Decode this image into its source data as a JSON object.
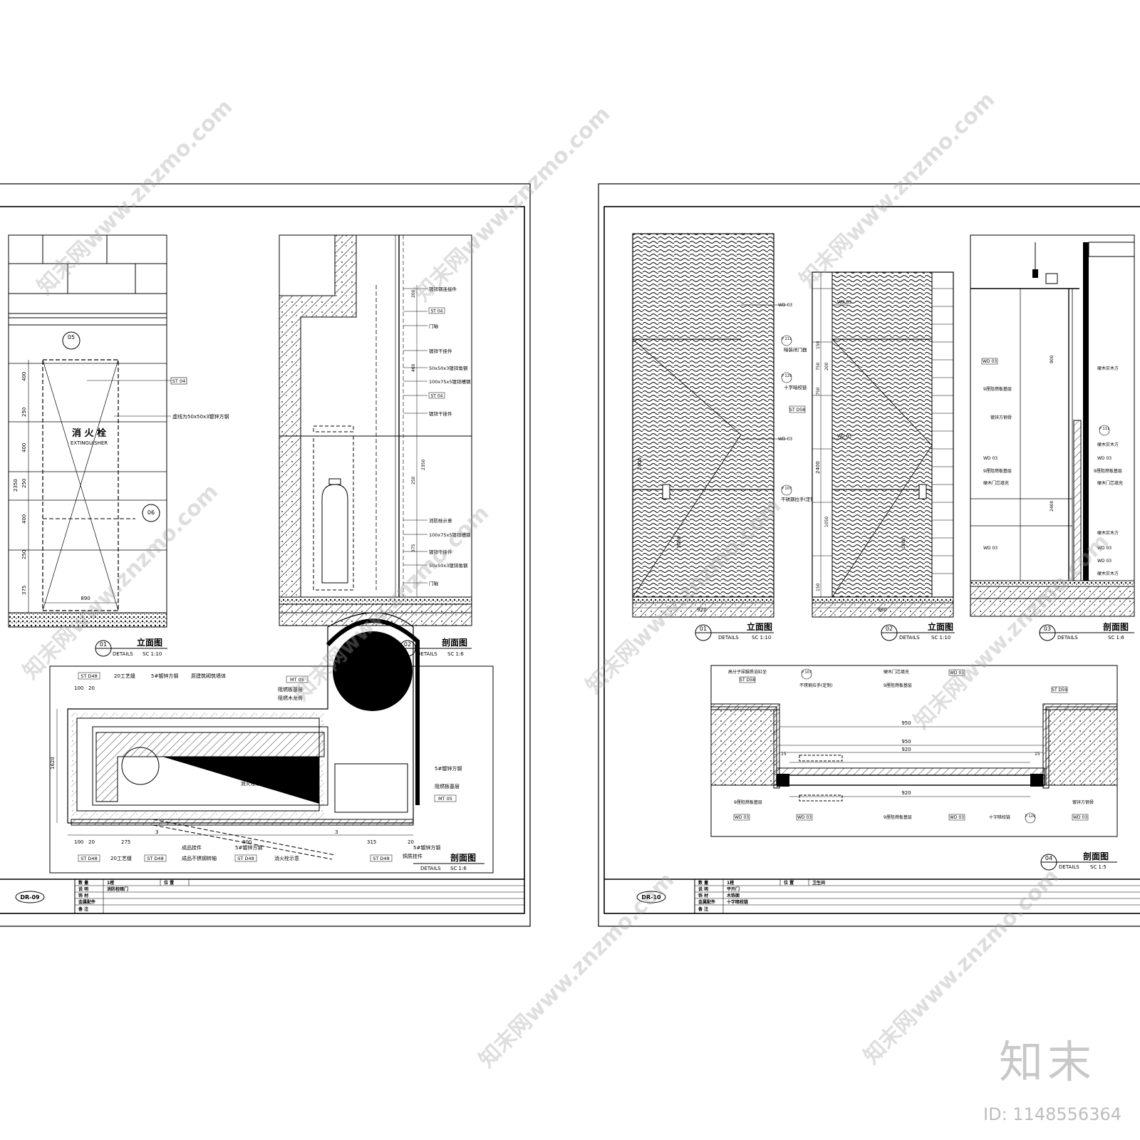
{
  "sheet_left": {
    "sheet_no": "DR-09",
    "elev01": {
      "num": "01",
      "title": "立面图",
      "sub": "DETAILS",
      "scale": "SC 1:10"
    },
    "sec02": {
      "num": "02",
      "title": "剖面图",
      "sub": "DETAILS",
      "scale": "SC 1:6"
    },
    "plan": {
      "title": "剖面图",
      "sub": "DETAILS",
      "scale": "SC 1:6"
    },
    "hydrant_cn": "消 火 栓",
    "hydrant_en": "EXTINGUISHER",
    "callouts": [
      "ST 04",
      "虚线为50x50x3镀锌方钢",
      "05",
      "06"
    ],
    "dims_v": [
      "400",
      "250",
      "400",
      "250",
      "400",
      "250",
      "375",
      "2350"
    ],
    "dim_w": "890",
    "sec_labels": [
      "镀锌钢连接件",
      "ST 04",
      "门轴",
      "镀锌干挂件",
      "50x50x3镀锌角钢",
      "100x75x5镀锌槽钢",
      "ST 04",
      "镀锌干挂件",
      "消防栓示意",
      "100x75x5镀锌槽钢",
      "镀锌干挂件",
      "50x50x3镀锌角钢",
      "门轴"
    ],
    "sec_dims": [
      "200",
      "460",
      "2350",
      "250",
      "375"
    ],
    "plan_labels_top": [
      "ST D48",
      "20工艺缝",
      "5#镀锌方钢",
      "原建筑砌筑墙体",
      "MT 05",
      "阻燃板基层",
      "阻燃木龙骨"
    ],
    "plan_labels_right": [
      "5#镀锌方钢",
      "阻燃板基层",
      "MT 05"
    ],
    "plan_labels_bottom": [
      "ST D48",
      "20工艺缝",
      "ST D48",
      "成品挂件",
      "5#镀锌方钢",
      "成品不锈钢转轴",
      "ST D48",
      "消火栓示意",
      "ST D48",
      "5#镀锌方钢",
      "铜质挂件"
    ],
    "plan_center": "消火栓示意",
    "plan_dims_top": [
      "100",
      "20"
    ],
    "plan_dims_bottom": [
      "100",
      "20",
      "275",
      "3",
      "800",
      "3",
      "315",
      "20"
    ],
    "plan_dim_v": "1620",
    "info_rows": [
      {
        "k": "数 量",
        "v": "1樘",
        "k2": "位 置",
        "v2": ""
      },
      {
        "k": "说 明",
        "v": "消防栓暗门",
        "k2": "",
        "v2": ""
      },
      {
        "k": "饰 材",
        "v": "",
        "k2": "",
        "v2": ""
      },
      {
        "k": "金属配件",
        "v": "",
        "k2": "",
        "v2": ""
      },
      {
        "k": "备 注",
        "v": "",
        "k2": "",
        "v2": ""
      }
    ]
  },
  "sheet_right": {
    "sheet_no": "DR-10",
    "elev01": {
      "num": "01",
      "title": "立面图",
      "sub": "DETAILS",
      "scale": "SC 1:10"
    },
    "elev02": {
      "num": "02",
      "title": "立面图",
      "sub": "DETAILS",
      "scale": "SC 1:10"
    },
    "sec03": {
      "num": "03",
      "title": "剖面图",
      "sub": "DETAILS",
      "scale": "SC 1:6"
    },
    "sec04": {
      "num": "04",
      "title": "剖面图",
      "sub": "DETAILS",
      "scale": "SC 1:5"
    },
    "e1_labels": [
      "WD 03",
      "WD 03"
    ],
    "e1_dims": [
      "2400",
      "1050",
      "920"
    ],
    "mid_labels": [
      "P 111",
      "暗装闭门器",
      "P 129",
      "十字暗校链",
      "ST D58",
      "P 107",
      "不锈钢拉手(定制)"
    ],
    "e2_labels": [
      "WD 03",
      "WD 03"
    ],
    "e2_dims": [
      "150",
      "750",
      "200",
      "750",
      "2400",
      "1050",
      "1000",
      "150",
      "980"
    ],
    "s3_labels": [
      "WD 03",
      "9厘阻燃板基层",
      "镀锌方钢骨",
      "P 111",
      "硬木实木方",
      "WD 03",
      "WD 03",
      "9厘阻燃板基层",
      "9厘阻燃板基层",
      "硬木门芯填充",
      "硬木门芯填充",
      "WD 03",
      "硬木实木方",
      "WD 03",
      "WD 03",
      "硬木实木方",
      "硬木实木方"
    ],
    "s3_dims": [
      "900",
      "2400"
    ],
    "s4_labels_top": [
      "高分子尿脲质浴缸坐",
      "ST D58",
      "P 107",
      "不锈钢拉手(定制)",
      "硬木门芯填充",
      "9厘阻燃板基层",
      "WD 03",
      "ST D59"
    ],
    "s4_labels_bottom": [
      "9厘阻燃板基层",
      "WD 03",
      "WD 03",
      "9厘阻燃板基层",
      "WD 03",
      "十字暗校链",
      "P 129",
      "镀锌方钢骨",
      "WD 03"
    ],
    "s4_dims": [
      "950",
      "950",
      "920",
      "920",
      "15",
      "15"
    ],
    "info_rows": [
      {
        "k": "数 量",
        "v": "1樘",
        "k2": "位 置",
        "v2": "卫生间"
      },
      {
        "k": "说 明",
        "v": "平开门",
        "k2": "",
        "v2": ""
      },
      {
        "k": "饰 材",
        "v": "木饰面",
        "k2": "",
        "v2": ""
      },
      {
        "k": "金属配件",
        "v": "十字暗校链",
        "k2": "",
        "v2": ""
      },
      {
        "k": "备 注",
        "v": "",
        "k2": "",
        "v2": ""
      }
    ]
  },
  "watermarks": [
    "知末网www.znzmo.com",
    "知末网www.znzmo.com",
    "知末网www.znzmo.com",
    "知末网www.znzmo.com",
    "知末网www.znzmo.com",
    "知末网www.znzmo.com",
    "知末网www.znzmo.com",
    "知末网www.znzmo.com",
    "知末网www.znzmo.com"
  ],
  "brand": {
    "logo": "知末",
    "id": "ID: 1148556364"
  }
}
